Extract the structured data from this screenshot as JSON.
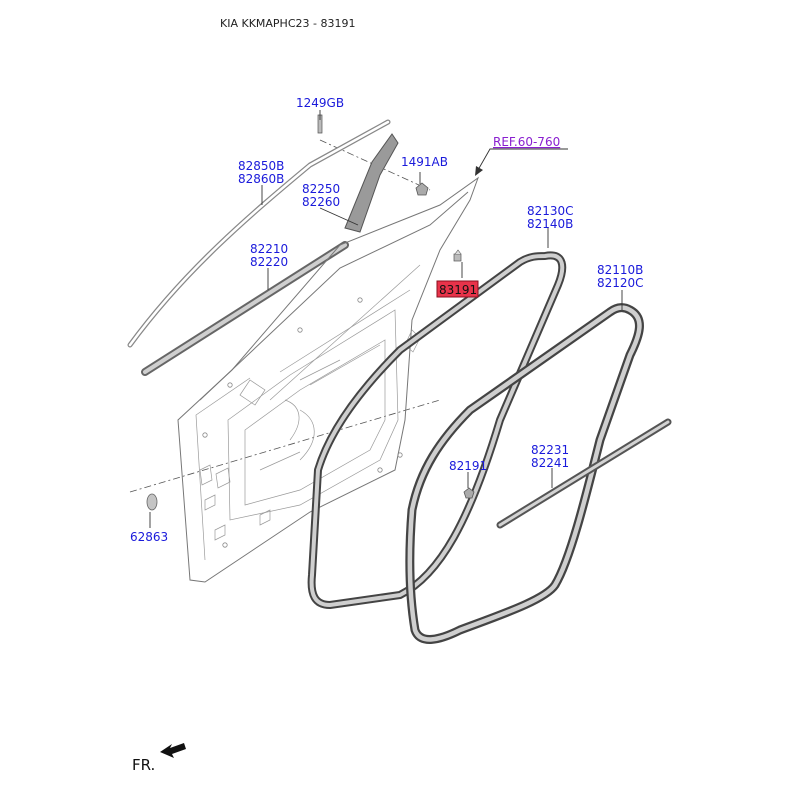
{
  "header": {
    "title": "KIA KKMAPHC23 - 83191"
  },
  "reference": {
    "text": "REF.60-760"
  },
  "parts": {
    "p1249GB": "1249GB",
    "p1491AB": "1491AB",
    "p82850B": "82850B",
    "p82860B": "82860B",
    "p82250": "82250",
    "p82260": "82260",
    "p82210": "82210",
    "p82220": "82220",
    "p83191": "83191",
    "p82130C": "82130C",
    "p82140B": "82140B",
    "p82110B": "82110B",
    "p82120C": "82120C",
    "p82191": "82191",
    "p82231": "82231",
    "p82241": "82241",
    "p62863": "62863"
  },
  "direction": {
    "label": "FR."
  },
  "colors": {
    "label": "#1a1adb",
    "highlight": "#e8334a",
    "reference": "#8a1fd0"
  }
}
